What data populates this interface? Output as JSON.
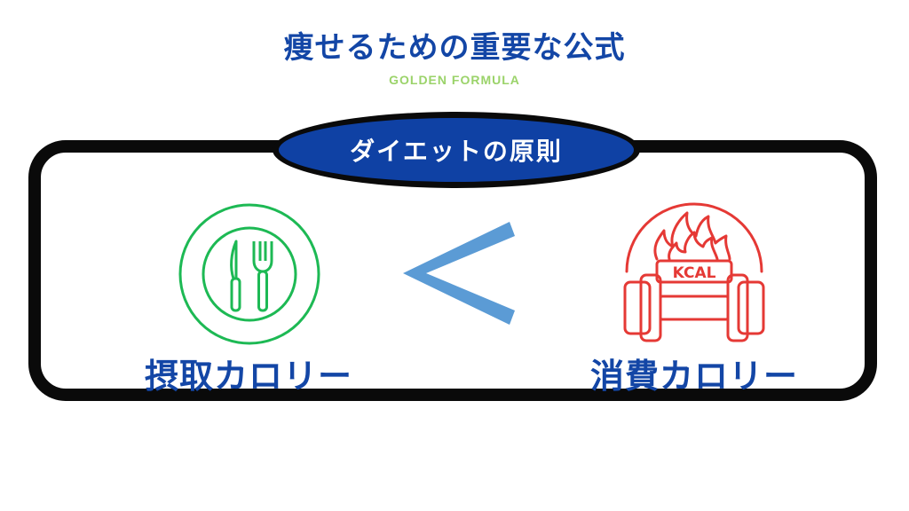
{
  "header": {
    "title": "痩せるための重要な公式",
    "subtitle": "GOLDEN FORMULA"
  },
  "principle": {
    "badge_label": "ダイエットの原則"
  },
  "intake": {
    "label": "摂取カロリー",
    "icon": "plate-knife-fork-icon"
  },
  "comparison": {
    "symbol": "less-than",
    "icon": "less-than-icon"
  },
  "burn": {
    "label": "消費カロリー",
    "icon_text": "KCAL",
    "icon": "kcal-fire-dumbbell-icon"
  },
  "colors": {
    "title_blue": "#1346a6",
    "subtitle_green": "#9bd36a",
    "badge_blue": "#0f41a4",
    "plate_green": "#1db954",
    "symbol_blue": "#5b9bd5",
    "kcal_red": "#e53935"
  }
}
